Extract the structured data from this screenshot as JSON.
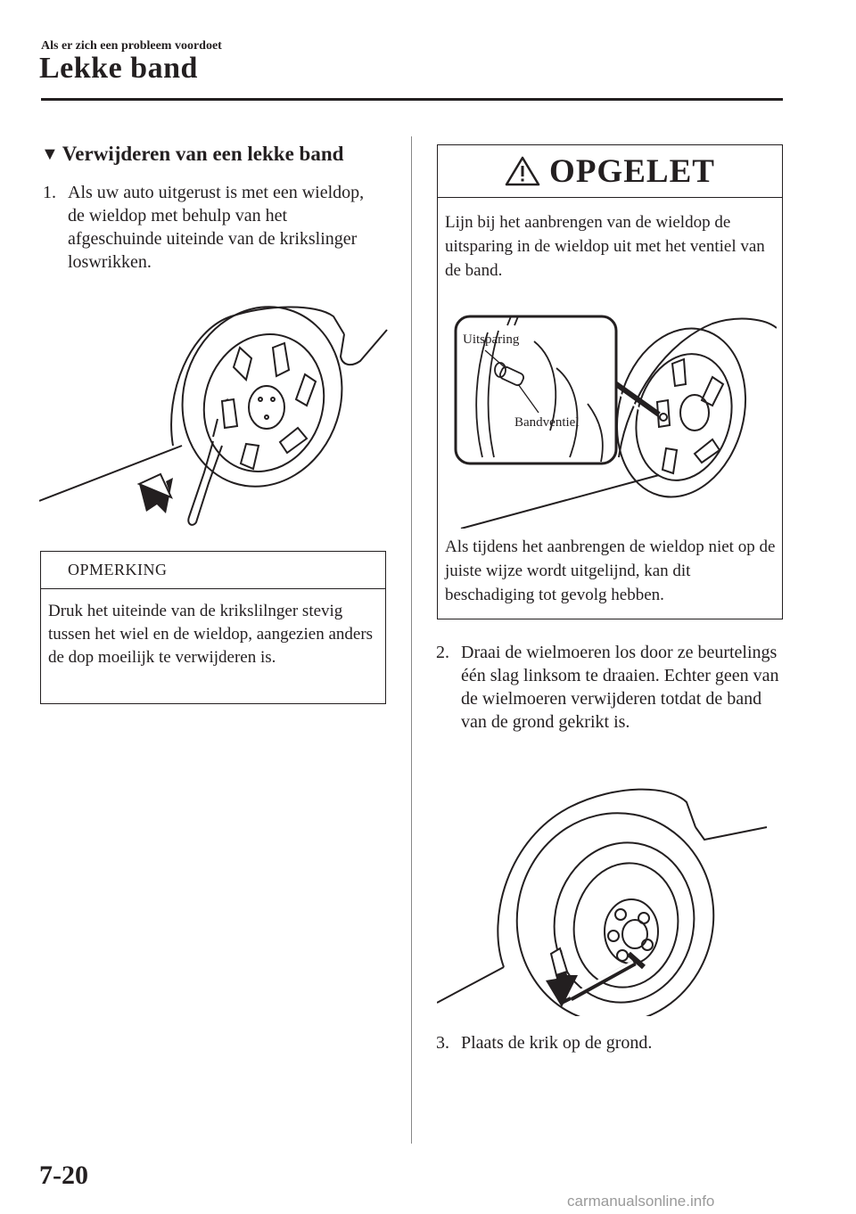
{
  "header": {
    "subtitle": "Als er zich een probleem voordoet",
    "title": "Lekke band"
  },
  "section": {
    "heading": "Verwijderen van een lekke band"
  },
  "steps": [
    {
      "num": "1.",
      "text": "Als uw auto uitgerust is met een wieldop, de wieldop met behulp van het afgeschuinde uiteinde van de krikslinger loswrikken."
    },
    {
      "num": "2.",
      "text": "Draai de wielmoeren los door ze beurtelings één slag linksom te draaien. Echter geen van de wielmoeren verwijderen totdat de band van de grond gekrikt is."
    },
    {
      "num": "3.",
      "text": "Plaats de krik op de grond."
    }
  ],
  "note": {
    "header": "OPMERKING",
    "text": "Druk het uiteinde van de krikslilnger stevig tussen het wiel en de wieldop, aangezien anders de dop moeilijk te verwijderen is."
  },
  "caution": {
    "title": "OPGELET",
    "text1": "Lijn bij het aanbrengen van de wieldop de uitsparing in de wieldop uit met het ventiel van de band.",
    "label_recess": "Uitsparing",
    "label_valve": "Bandventiel",
    "text2": "Als tijdens het aanbrengen de wieldop niet op de juiste wijze wordt uitgelijnd, kan dit beschadiging tot gevolg hebben."
  },
  "footer": {
    "page_number": "7-20",
    "watermark": "carmanualsonline.info"
  }
}
